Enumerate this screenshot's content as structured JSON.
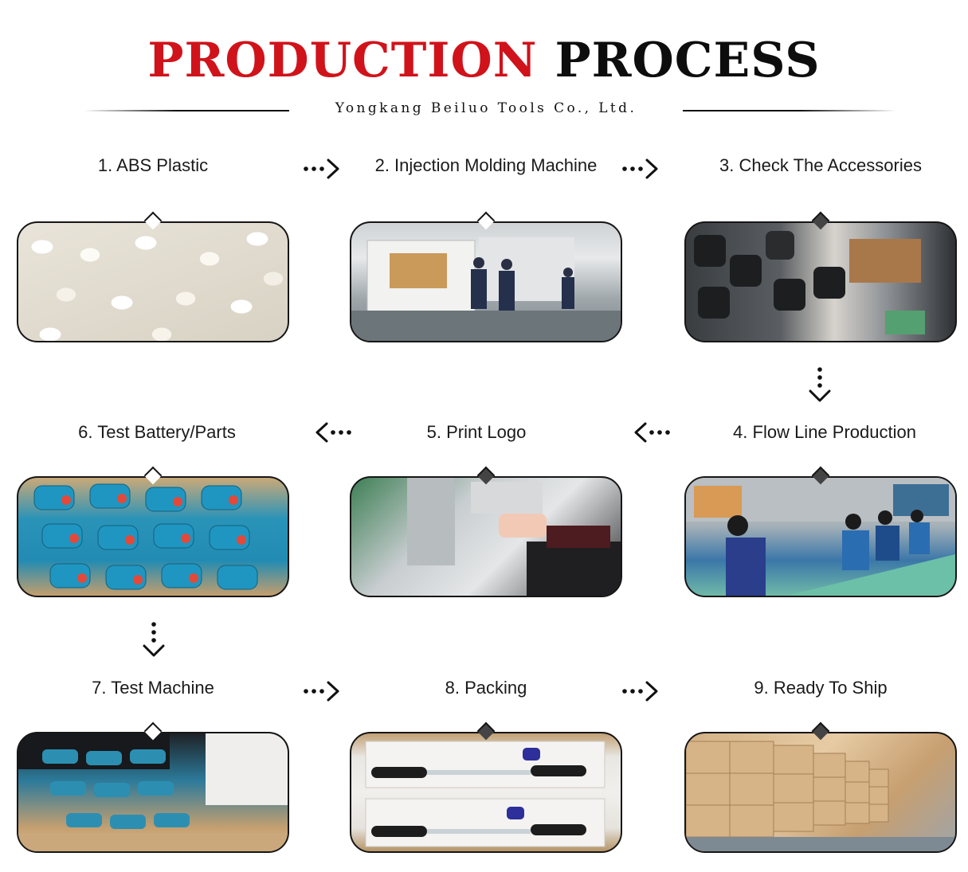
{
  "header": {
    "title_red": "PRODUCTION",
    "title_black": "PROCESS",
    "subtitle": "Yongkang Beiluo Tools Co., Ltd."
  },
  "steps": [
    {
      "label": "1. ABS Plastic"
    },
    {
      "label": "2. Injection Molding Machine"
    },
    {
      "label": "3. Check The Accessories"
    },
    {
      "label": "4. Flow Line Production"
    },
    {
      "label": "5. Print Logo"
    },
    {
      "label": "6. Test Battery/Parts"
    },
    {
      "label": "7. Test Machine"
    },
    {
      "label": "8. Packing"
    },
    {
      "label": "9. Ready To Ship"
    }
  ],
  "icons": {
    "arrow_right": "dotted-arrow-right-icon",
    "arrow_left": "dotted-arrow-left-icon",
    "arrow_down": "dotted-arrow-down-icon"
  },
  "colors": {
    "title_red": "#d0131b",
    "title_black": "#0d0d0d",
    "border": "#161616"
  }
}
